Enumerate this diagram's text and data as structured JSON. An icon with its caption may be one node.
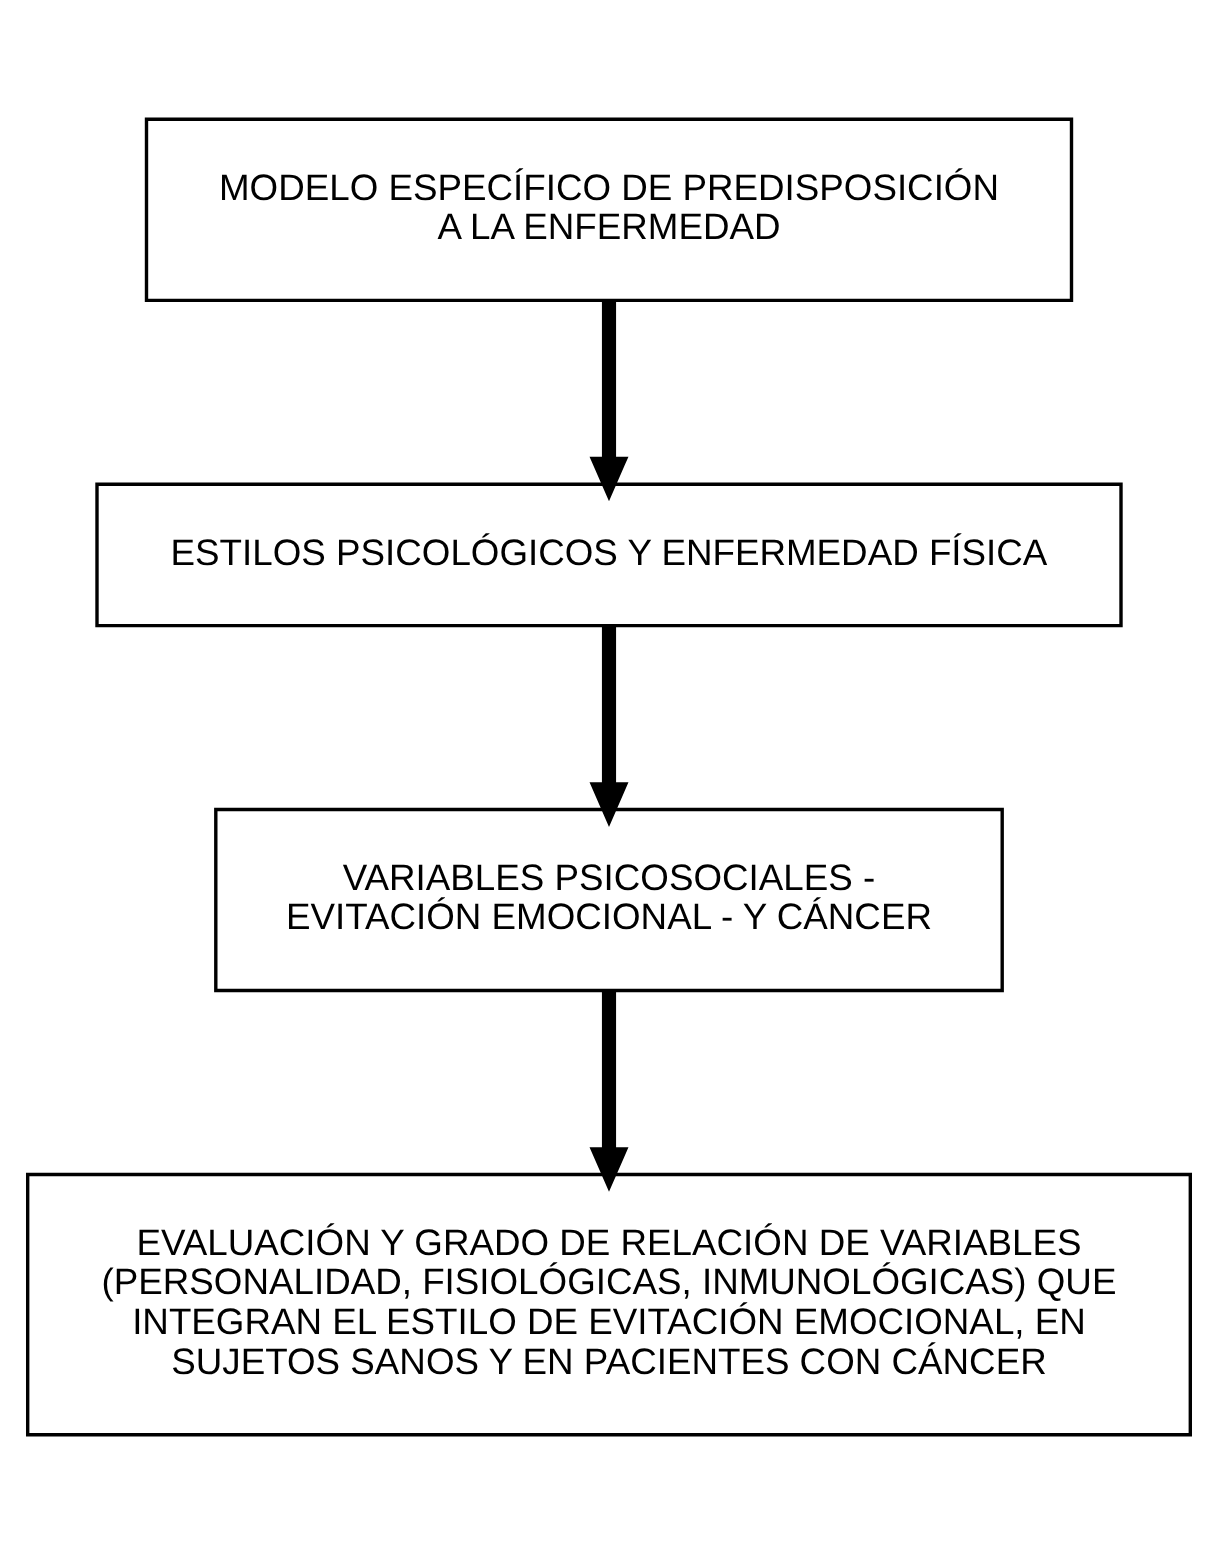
{
  "diagram": {
    "nodes": [
      {
        "text": [
          "MODELO ESPECÍFICO DE PREDISPOSICIÓN A LA ENFERMEDAD"
        ]
      },
      {
        "text": [
          "ESTILOS PSICOLÓGICOS Y ENFERMEDAD FÍSICA"
        ]
      },
      {
        "text": [
          "VARIABLES PSICOSOCIALES - EVITACIÓN EMOCIONAL - Y CÁNCER"
        ]
      },
      {
        "text": [
          "EVALUACIÓN Y GRADO DE RELACIÓN DE VARIABLES (PERSONALIDAD, FISIOLÓGICAS, INMUNOLÓGICAS) QUE INTEGRAN EL ESTILO DE EVITACIÓN EMOCIONAL, EN SUJETOS SANOS Y EN PACIENTES CON CÁNCER"
        ]
      }
    ],
    "edges": [
      {
        "from": 0,
        "to": 1,
        "arrow": "to"
      },
      {
        "from": 1,
        "to": 2,
        "arrow": "to"
      },
      {
        "from": 2,
        "to": 3,
        "arrow": "to"
      }
    ]
  }
}
